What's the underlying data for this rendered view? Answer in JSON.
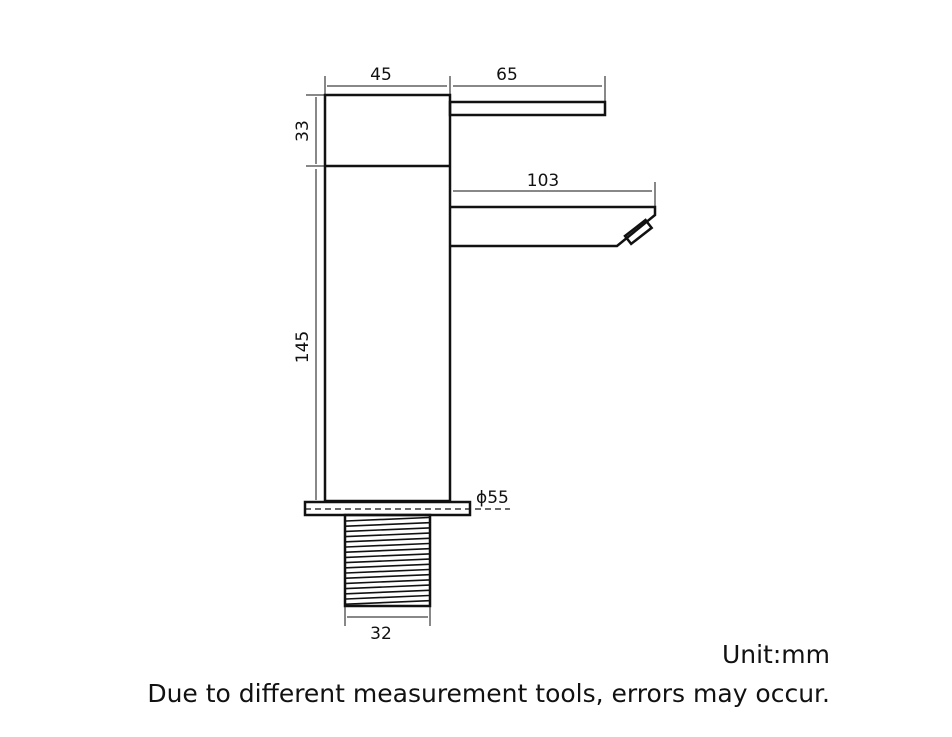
{
  "dimensions": {
    "body_width": "45",
    "handle_length": "65",
    "handle_height": "33",
    "body_height": "145",
    "spout_length": "103",
    "base_diameter": "ϕ55",
    "thread_diameter": "32"
  },
  "notes": {
    "unit": "Unit:mm",
    "disclaimer": "Due to different measurement tools, errors may occur."
  },
  "colors": {
    "line": "#111111",
    "background": "#ffffff"
  }
}
